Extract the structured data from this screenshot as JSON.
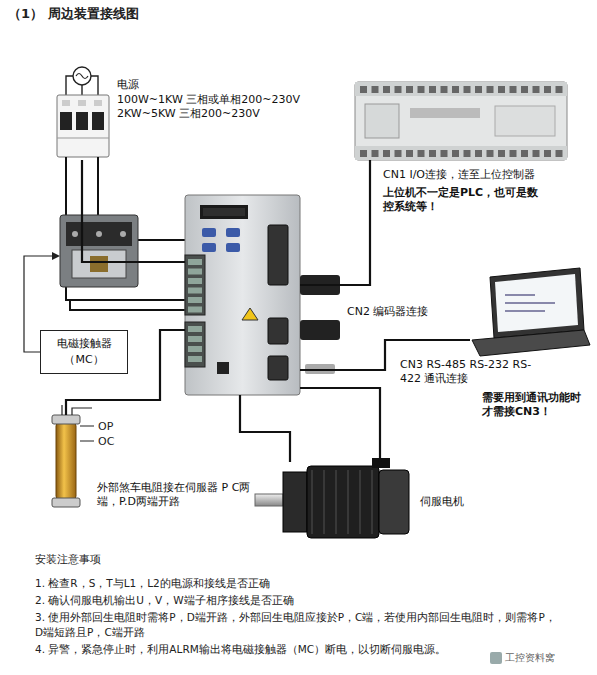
{
  "diagram": {
    "title": "（1） 周边装置接线图",
    "nodes": [
      {
        "text": [
          "电源",
          "100W~1KW 三相或单相200~230V",
          "2KW~5KW 三相200~230V"
        ]
      },
      {
        "text": [
          "CN1 I/O连接，连至上位控制器",
          "上位机不一定是PLC，也可是数控系统等！"
        ]
      },
      {
        "text": [
          "CN2 编码器连接"
        ]
      },
      {
        "text": [
          "电磁接触器 （MC）"
        ]
      },
      {
        "text": [
          "CN3 RS-485 RS-232 RS-422 通讯连接",
          "需要用到通讯功能时才需接CN3！"
        ]
      },
      {
        "text": [
          "外部煞车电阻接在伺服器 P C两端，P.D两端开路"
        ]
      },
      {
        "text": [
          "伺服电机"
        ]
      }
    ],
    "edges": [
      {
        "from": 0,
        "to": 2,
        "arrow": "none"
      },
      {
        "from": 1,
        "to": 2,
        "arrow": "none"
      },
      {
        "from": 4,
        "to": 2,
        "arrow": "none"
      },
      {
        "from": 5,
        "to": 2,
        "arrow": "none"
      },
      {
        "from": 2,
        "to": 6,
        "arrow": "none"
      },
      {
        "from": 2,
        "to": 6,
        "arrow": "none"
      }
    ],
    "labels": [
      "OP",
      "OC",
      "安装注意事项",
      "1. 检查R，S，T与L1，L2的电源和接线是否正确",
      "2. 确认伺服电机输出U，V，W端子相序接线是否正确",
      "3. 使用外部回生电阻时需将P，D端开路，外部回生电阻应接於P，C端，若使用内部回生电阻时，则需将P，D端短路且P，C端开路",
      "4. 异警，紧急停止时，利用ALRM输出将电磁接触器（MC）断电，以切断伺服电源。",
      "工控资料窝"
    ]
  }
}
